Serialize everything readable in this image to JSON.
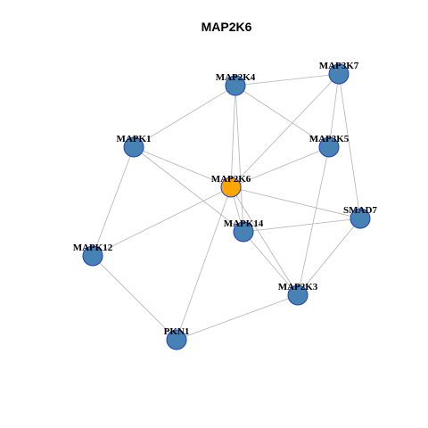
{
  "title": "MAP2K6",
  "colors": {
    "node_fill": "#4682b4",
    "node_highlight": "#ffa500",
    "node_border": "#1f3fbf",
    "edge": "#b3b3b3"
  },
  "nodes": [
    {
      "id": "MAP2K6",
      "highlight": true
    },
    {
      "id": "MAP2K4",
      "highlight": false
    },
    {
      "id": "MAP3K7",
      "highlight": false
    },
    {
      "id": "MAPK1",
      "highlight": false
    },
    {
      "id": "MAP3K5",
      "highlight": false
    },
    {
      "id": "MAPK14",
      "highlight": false
    },
    {
      "id": "SMAD7",
      "highlight": false
    },
    {
      "id": "MAPK12",
      "highlight": false
    },
    {
      "id": "MAP2K3",
      "highlight": false
    },
    {
      "id": "PKN1",
      "highlight": false
    }
  ],
  "edges": [
    [
      "MAP2K4",
      "MAP3K7"
    ],
    [
      "MAP2K4",
      "MAPK1"
    ],
    [
      "MAP2K4",
      "MAP3K5"
    ],
    [
      "MAP2K4",
      "MAP2K6"
    ],
    [
      "MAP2K4",
      "MAPK14"
    ],
    [
      "MAP3K7",
      "MAP3K5"
    ],
    [
      "MAP3K7",
      "MAP2K6"
    ],
    [
      "MAP3K7",
      "SMAD7"
    ],
    [
      "MAPK1",
      "MAP2K6"
    ],
    [
      "MAPK1",
      "MAPK14"
    ],
    [
      "MAPK1",
      "MAPK12"
    ],
    [
      "MAP3K5",
      "MAP2K6"
    ],
    [
      "MAP3K5",
      "MAP2K3"
    ],
    [
      "MAP2K6",
      "MAPK14"
    ],
    [
      "MAP2K6",
      "SMAD7"
    ],
    [
      "MAP2K6",
      "MAP2K3"
    ],
    [
      "MAP2K6",
      "MAPK12"
    ],
    [
      "MAP2K6",
      "PKN1"
    ],
    [
      "MAPK14",
      "SMAD7"
    ],
    [
      "MAPK14",
      "MAP2K3"
    ],
    [
      "SMAD7",
      "MAP2K3"
    ],
    [
      "MAPK12",
      "PKN1"
    ],
    [
      "PKN1",
      "MAP2K3"
    ]
  ]
}
